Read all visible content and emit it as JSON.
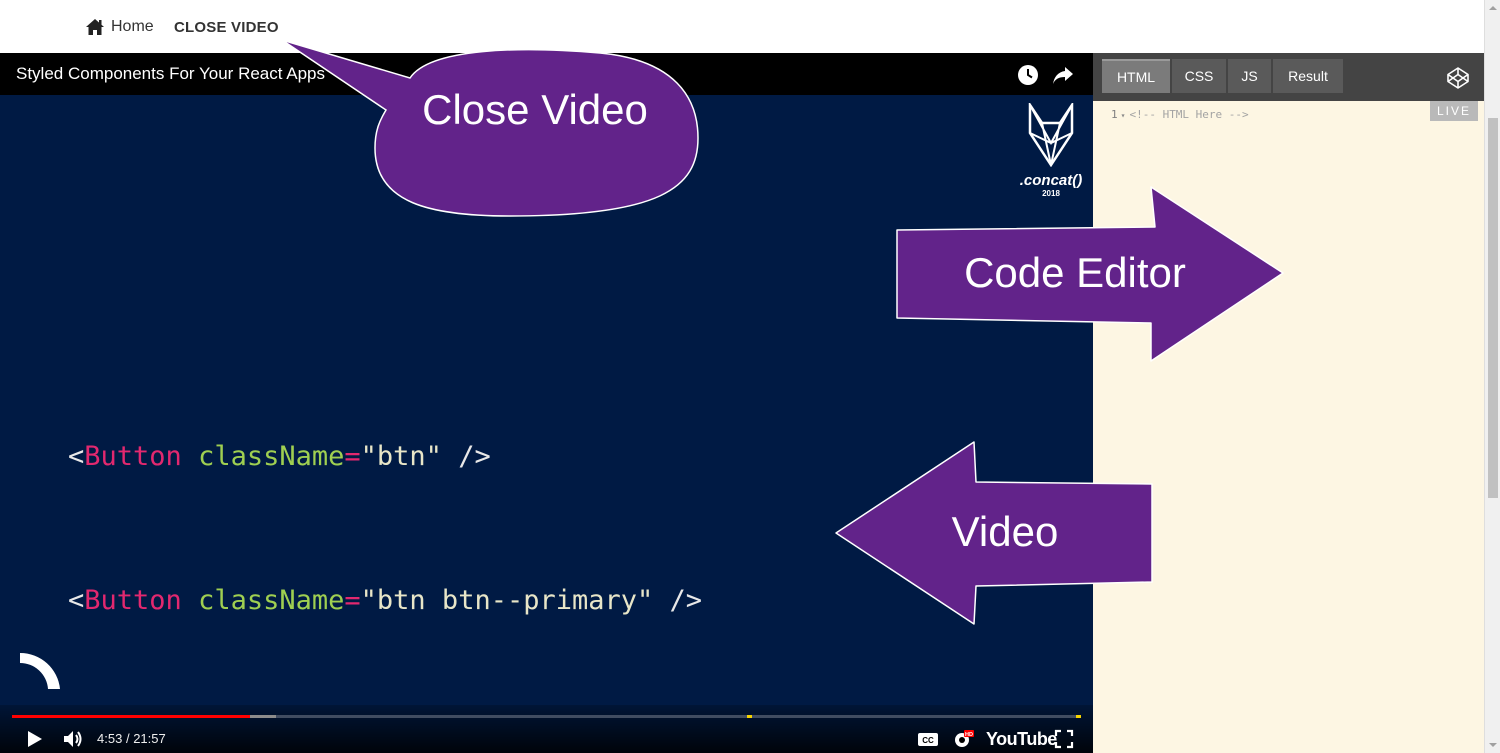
{
  "nav": {
    "home_label": "Home",
    "close_video_label": "CLOSE VIDEO",
    "home_icon": "home-icon"
  },
  "video": {
    "title": "Styled Components For Your React Apps",
    "watch_later_icon": "clock-icon",
    "share_icon": "share-icon",
    "logo_text": ".concat()",
    "logo_year": "2018",
    "slide_code": [
      {
        "open": "<",
        "tag": "Button",
        "attr": "className",
        "eq": "=",
        "value": "\"btn\"",
        "close": " />"
      },
      {
        "open": "<",
        "tag": "Button",
        "attr": "className",
        "eq": "=",
        "value": "\"btn btn--primary\"",
        "close": " />"
      }
    ],
    "colors": {
      "background": "#001a44",
      "tag": "#e2286f",
      "attribute": "#9fcf51",
      "string": "#e8e6c8",
      "progress_played": "#ff0000",
      "marker": "#f6d400"
    },
    "controls": {
      "current_time": "4:53",
      "duration": "21:57",
      "time_separator": "/",
      "time_display": "4:53 / 21:57",
      "played_fraction": 0.223,
      "buffered_fraction": 0.247,
      "marker_fractions": [
        0.688,
        0.997
      ],
      "brand_label": "YouTube",
      "icons": [
        "play-icon",
        "volume-icon",
        "captions-icon",
        "settings-hd-icon",
        "fullscreen-icon"
      ]
    }
  },
  "editor": {
    "tabs": [
      {
        "label": "HTML",
        "active": true
      },
      {
        "label": "CSS",
        "active": false
      },
      {
        "label": "JS",
        "active": false
      },
      {
        "label": "Result",
        "active": false
      }
    ],
    "line_number": "1",
    "placeholder_line": "<!-- HTML Here -->",
    "live_badge": "LIVE",
    "logo_icon": "codepen-icon",
    "background_color": "#fdf6e3"
  },
  "annotations": {
    "close_video": "Close Video",
    "code_editor": "Code Editor",
    "video": "Video",
    "color": "#62238a"
  }
}
